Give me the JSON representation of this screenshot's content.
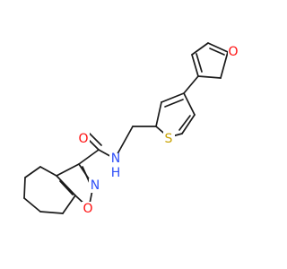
{
  "atoms": {
    "carbonyl_oxygen": {
      "symbol": "O",
      "color": "#ff0d0d"
    },
    "amide_nitrogen": {
      "symbol": "N",
      "color": "#3050f8"
    },
    "amide_hydrogen": {
      "symbol": "H",
      "color": "#3050f8"
    },
    "thiophene_sulfur": {
      "symbol": "S",
      "color": "#c8a200"
    },
    "furan_oxygen": {
      "symbol": "O",
      "color": "#ff0d0d"
    },
    "isoxazole_nitrogen": {
      "symbol": "N",
      "color": "#3050f8"
    },
    "isoxazole_oxygen": {
      "symbol": "O",
      "color": "#ff0d0d"
    }
  }
}
